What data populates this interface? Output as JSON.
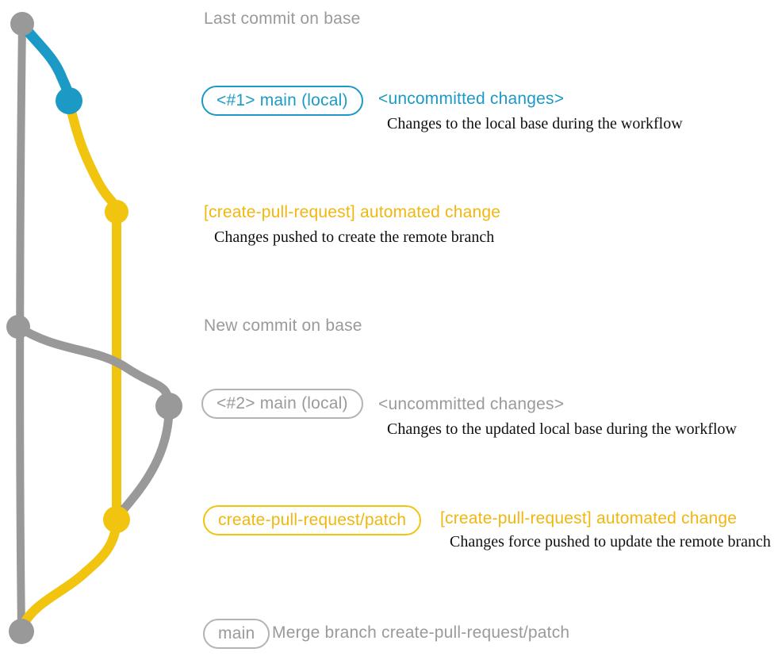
{
  "diagram_title": "create-pull-request workflow git graph",
  "colors": {
    "gray_line": "#999999",
    "blue_line": "#1b9ac6",
    "yellow_line": "#f1c40f",
    "gray_text": "#9a9a9a",
    "yellow_text": "#f1b70f",
    "description_text": "#101010"
  },
  "rows": [
    {
      "title": "Last commit on base"
    },
    {
      "badge": "<#1> main (local)",
      "heading": "<uncommitted changes>",
      "description": "Changes to the local base during the workflow"
    },
    {
      "heading": "[create-pull-request] automated change",
      "description": "Changes pushed to create the remote branch"
    },
    {
      "title": "New commit on base"
    },
    {
      "badge": "<#2> main (local)",
      "heading": "<uncommitted changes>",
      "description": "Changes to the updated local base during the workflow"
    },
    {
      "badge": "create-pull-request/patch",
      "heading": "[create-pull-request] automated change",
      "description": "Changes force pushed to update the remote branch"
    },
    {
      "badge": "main",
      "title": "Merge branch create-pull-request/patch"
    }
  ]
}
